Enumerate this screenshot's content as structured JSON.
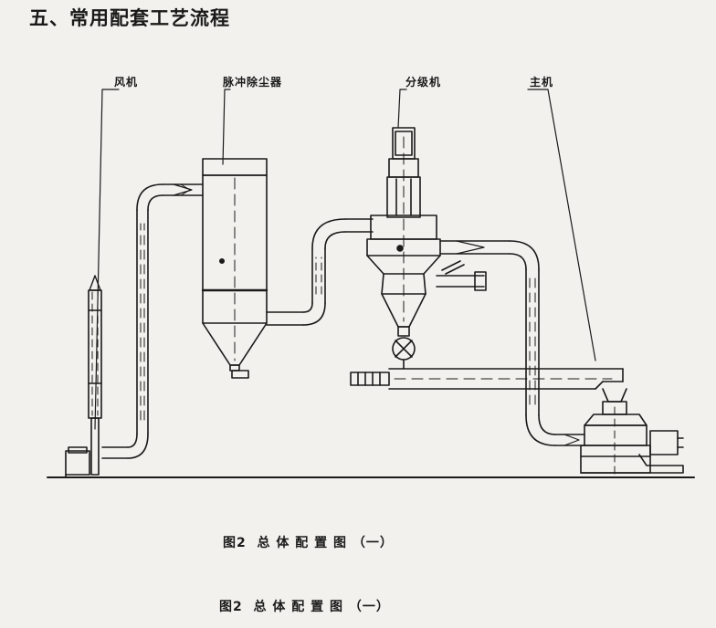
{
  "section_title": "五、常用配套工艺流程",
  "labels": {
    "fan": "风机",
    "dust_collector": "脉冲除尘器",
    "classifier": "分级机",
    "main_machine": "主机"
  },
  "captions": [
    "图2  总 体 配 置 图 （一）",
    "图2  总 体 配 置 图 （一）"
  ]
}
